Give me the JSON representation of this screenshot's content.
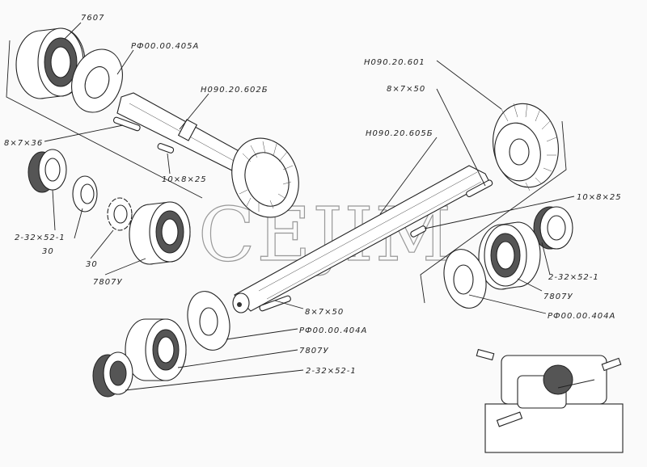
{
  "watermark": "CEJIM",
  "labels": {
    "bearing_top_left": "7607",
    "washer_top": "РФ00.00.405А",
    "shaft_upper": "Н090.20.602Б",
    "key_upper": "8×7×36",
    "key_upper_small": "10×8×25",
    "seal_left": "2-32×52-1",
    "nut_left": "30",
    "lockwasher_left": "30",
    "bearing_left": "7807У",
    "shaft_main": "Н090.20.605Б",
    "gear_right": "Н090.20.601",
    "key_right_top": "8×7×50",
    "key_right": "10×8×25",
    "seal_right": "2-32×52-1",
    "bearing_right": "7807У",
    "washer_right": "РФ00.00.404А",
    "key_bottom": "8×7×50",
    "washer_bottom": "РФ00.00.404А",
    "bearing_bottom": "7807У",
    "seal_bottom": "2-32×52-1"
  }
}
